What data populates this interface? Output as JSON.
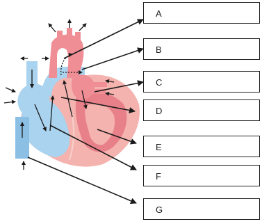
{
  "labels": [
    "A",
    "B",
    "C",
    "D",
    "E",
    "F",
    "G"
  ],
  "colors": {
    "aorta": "#f08e96",
    "heart": "#f4b3ae",
    "muscle": "#e8808a",
    "vein": "#a9d3ee",
    "vein_dark": "#8bbfe3",
    "arrow": "#1a1a1a"
  }
}
